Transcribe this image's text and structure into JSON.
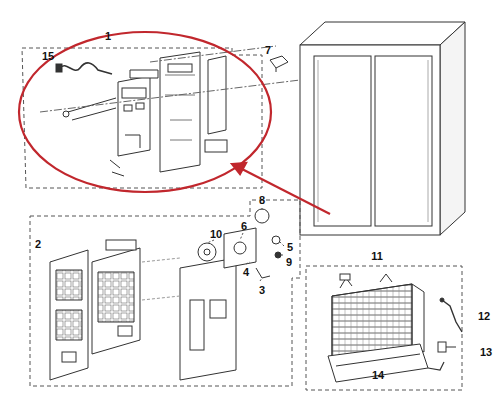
{
  "diagram": {
    "labels": [
      "1",
      "15",
      "7",
      "8",
      "2",
      "10",
      "6",
      "5",
      "4",
      "3",
      "9",
      "11",
      "12",
      "13",
      "14"
    ]
  }
}
